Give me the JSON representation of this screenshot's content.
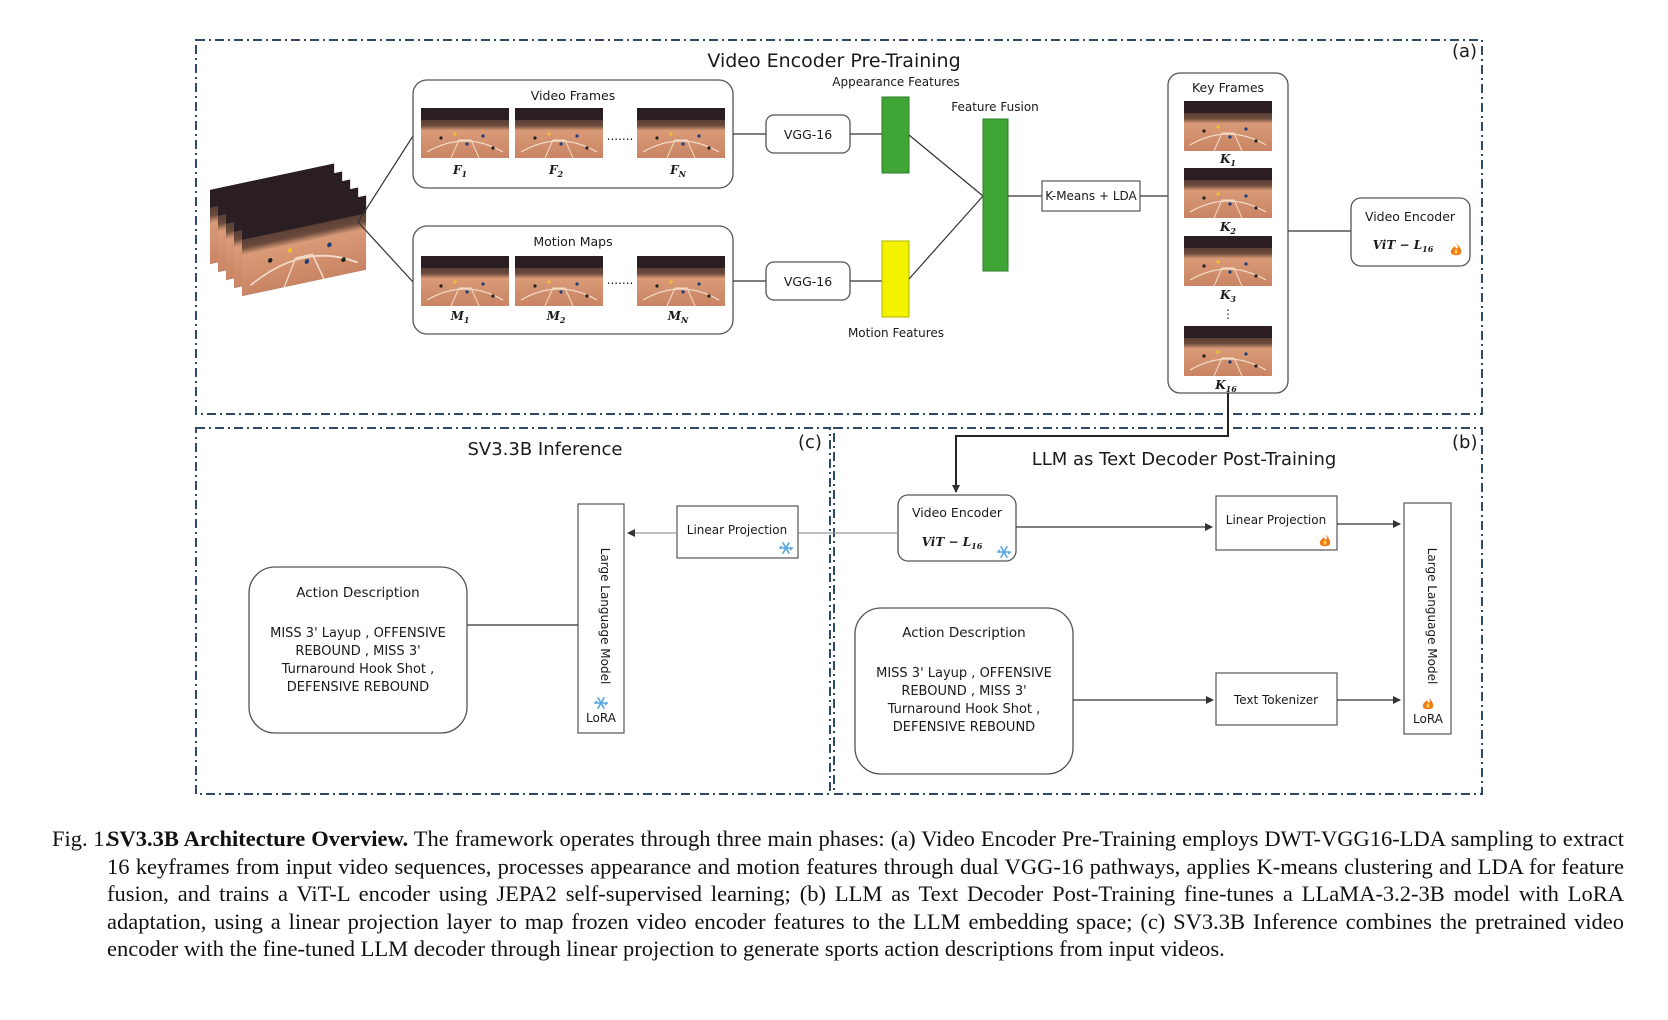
{
  "panels": {
    "a": {
      "title": "Video Encoder Pre-Training",
      "tag": "(a)",
      "video_frames": {
        "title": "Video Frames",
        "labels": [
          "F",
          "F",
          "F"
        ],
        "subs": [
          "1",
          "2",
          "N"
        ],
        "ellipsis": "......."
      },
      "motion_maps": {
        "title": "Motion Maps",
        "labels": [
          "M",
          "M",
          "M"
        ],
        "subs": [
          "1",
          "2",
          "N"
        ],
        "ellipsis": "......."
      },
      "vgg_top": "VGG-16",
      "vgg_bottom": "VGG-16",
      "appearance_features": "Appearance Features",
      "motion_features": "Motion Features",
      "feature_fusion": "Feature Fusion",
      "kmeans_lda": "K-Means + LDA",
      "key_frames": {
        "title": "Key Frames",
        "labels": [
          "K",
          "K",
          "K",
          "K"
        ],
        "subs": [
          "1",
          "2",
          "3",
          "16"
        ],
        "ellipsis": "⋮"
      },
      "video_encoder": {
        "title": "Video Encoder",
        "model": "ViT − L",
        "model_sub": "16",
        "status_icon": "fire-icon"
      }
    },
    "b": {
      "title": "LLM as Text Decoder Post-Training",
      "tag": "(b)",
      "video_encoder": {
        "title": "Video Encoder",
        "model": "ViT − L",
        "model_sub": "16",
        "status_icon": "snowflake-icon"
      },
      "linear_projection": {
        "label": "Linear Projection",
        "status_icon": "fire-icon"
      },
      "action_description": {
        "title": "Action Description",
        "lines": [
          "MISS 3' Layup , OFFENSIVE",
          "REBOUND , MISS 3'",
          "Turnaround Hook Shot ,",
          "DEFENSIVE REBOUND"
        ]
      },
      "text_tokenizer": "Text Tokenizer",
      "llm": {
        "label": "Large Language Model",
        "lora": "LoRA",
        "status_icon": "fire-icon"
      }
    },
    "c": {
      "title": "SV3.3B Inference",
      "tag": "(c)",
      "linear_projection": {
        "label": "Linear Projection",
        "status_icon": "snowflake-icon"
      },
      "action_description": {
        "title": "Action Description",
        "lines": [
          "MISS 3' Layup , OFFENSIVE",
          "REBOUND , MISS 3'",
          "Turnaround Hook Shot ,",
          "DEFENSIVE REBOUND"
        ]
      },
      "llm": {
        "label": "Large Language Model",
        "lora": "LoRA",
        "status_icon": "snowflake-icon"
      }
    }
  },
  "colors": {
    "appearance_bar": "#3fa535",
    "motion_bar": "#f3f300",
    "fusion_bar": "#3fa535",
    "dash_border": "#2f4a66",
    "box_border": "#555555",
    "fire": "#f07a1a",
    "snowflake": "#5aa7e0"
  },
  "caption": {
    "fig_num": "Fig. 1.",
    "title": "SV3.3B Architecture Overview.",
    "body": "The framework operates through three main phases: (a) Video Encoder Pre-Training employs DWT-VGG16-LDA sampling to extract 16 keyframes from input video sequences, processes appearance and motion features through dual VGG-16 pathways, applies K-means clustering and LDA for feature fusion, and trains a ViT-L encoder using JEPA2 self-supervised learning; (b) LLM as Text Decoder Post-Training fine-tunes a LLaMA-3.2-3B model with LoRA adaptation, using a linear projection layer to map frozen video encoder features to the LLM embedding space; (c) SV3.3B Inference combines the pretrained video encoder with the fine-tuned LLM decoder through linear projection to generate sports action descriptions from input videos."
  }
}
